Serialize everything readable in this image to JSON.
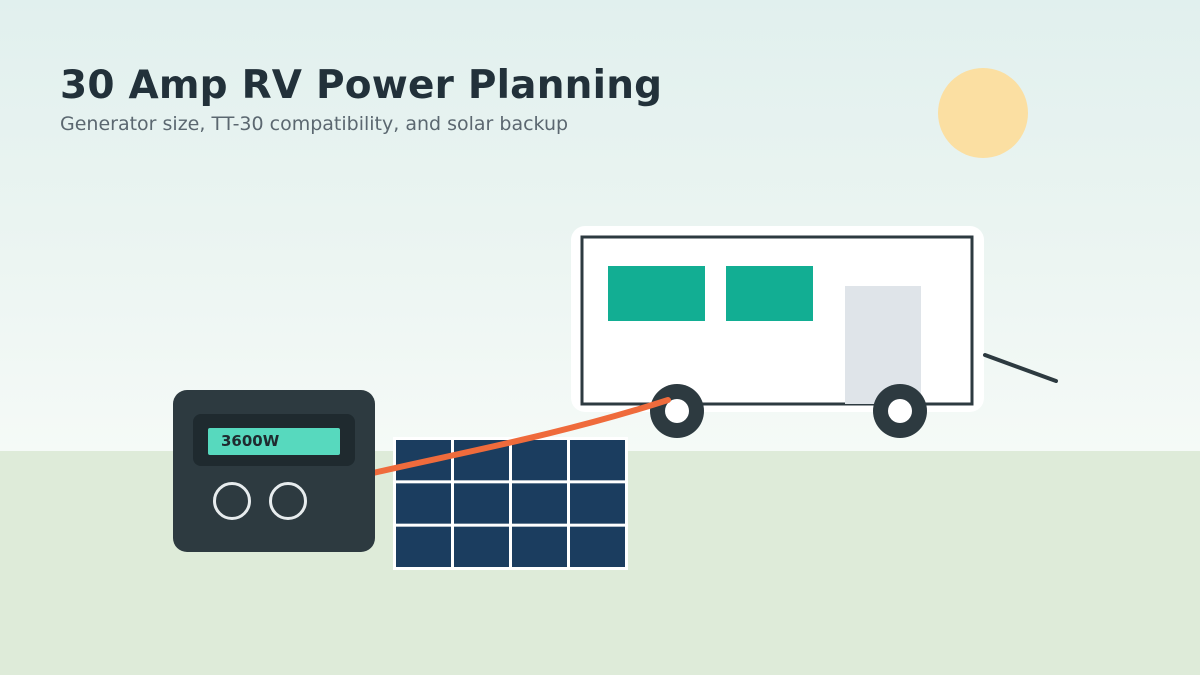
{
  "header": {
    "title": "30 Amp RV Power Planning",
    "subtitle": "Generator size, TT-30 compatibility, and solar backup"
  },
  "generator": {
    "display_text": "3600W",
    "outlets": 2
  },
  "solar_panel": {
    "rows": 3,
    "columns": 4
  },
  "rv": {
    "windows": 2,
    "wheels": 2
  },
  "colors": {
    "sky": "#e1f0ee",
    "ground": "#deebd9",
    "sun": "#fbdfa2",
    "generator_body": "#2d3a40",
    "lcd": "#57d9be",
    "panel_cell": "#1b3d5f",
    "rv_window": "#12ae93",
    "rv_door": "#dfe4e9",
    "cable": "#ef6b3c",
    "outline": "#2d3a40"
  },
  "icons": {
    "sun": "sun-icon",
    "generator": "generator-icon",
    "solar_panel": "solar-panel-icon",
    "rv": "rv-trailer-icon",
    "cable": "power-cable-icon"
  }
}
